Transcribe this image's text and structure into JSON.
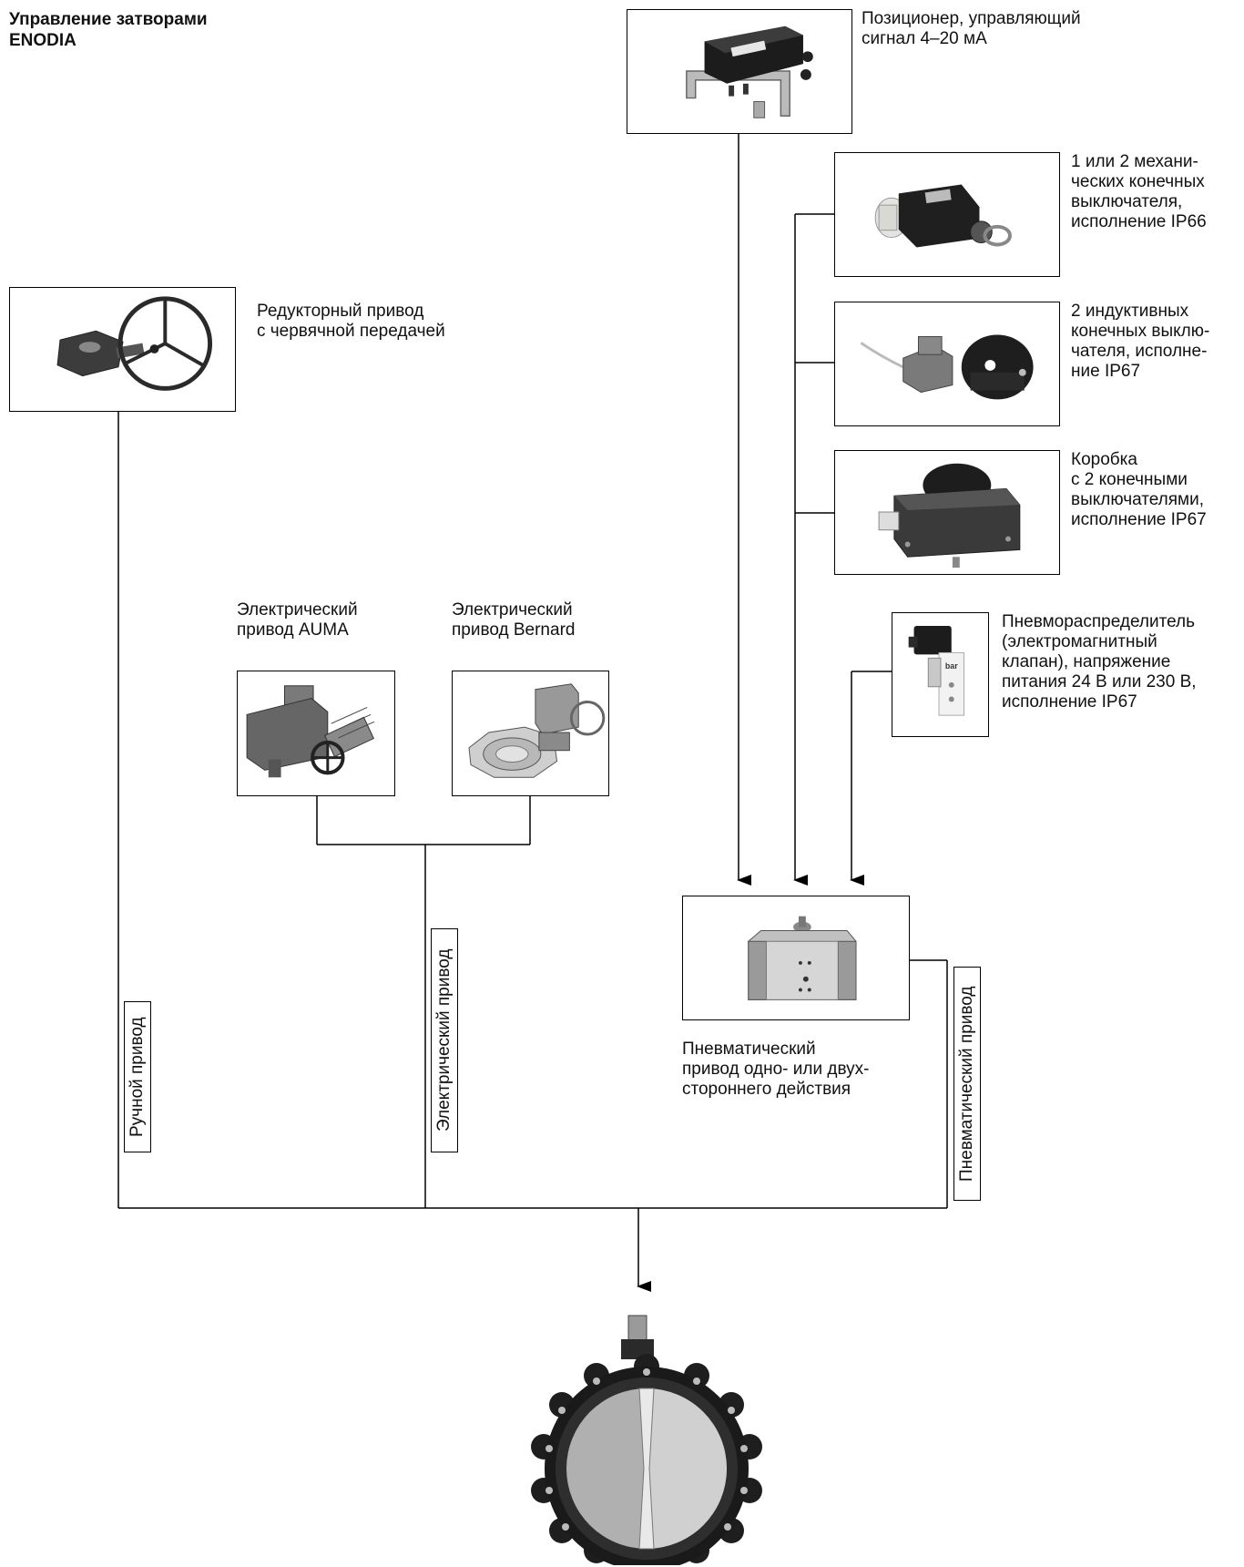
{
  "title": {
    "line1": "Управление затворами",
    "line2": "ENODIA"
  },
  "components": {
    "positioner": {
      "lines": [
        "Позиционер, управляющий",
        "сигнал 4–20 мА"
      ]
    },
    "mech_switches": {
      "lines": [
        "1 или 2 механи-",
        "ческих конечных",
        "выключателя,",
        "исполнение IP66"
      ]
    },
    "inductive_switches": {
      "lines": [
        "2 индуктивных",
        "конечных выклю-",
        "чателя, исполне-",
        "ние IP67"
      ]
    },
    "switch_box": {
      "lines": [
        "Коробка",
        "с 2 конечными",
        "выключателями,",
        "исполнение IP67"
      ]
    },
    "solenoid_valve": {
      "lines": [
        "Пневмораспределитель",
        "(электромагнитный",
        "клапан), напряжение",
        "питания 24 В или 230 В,",
        "исполнение IP67"
      ]
    },
    "gearbox": {
      "lines": [
        "Редукторный привод",
        "с червячной передачей"
      ]
    },
    "auma": {
      "lines": [
        "Электрический",
        "привод AUMA"
      ]
    },
    "bernard": {
      "lines": [
        "Электрический",
        "привод Bernard"
      ]
    },
    "pneumatic_actuator": {
      "lines": [
        "Пневматический",
        "привод одно- или двух-",
        "стороннего действия"
      ]
    }
  },
  "branches": {
    "manual": "Ручной привод",
    "electric": "Электрический привод",
    "pneumatic": "Пневматический привод"
  },
  "bar_logo": "bar"
}
